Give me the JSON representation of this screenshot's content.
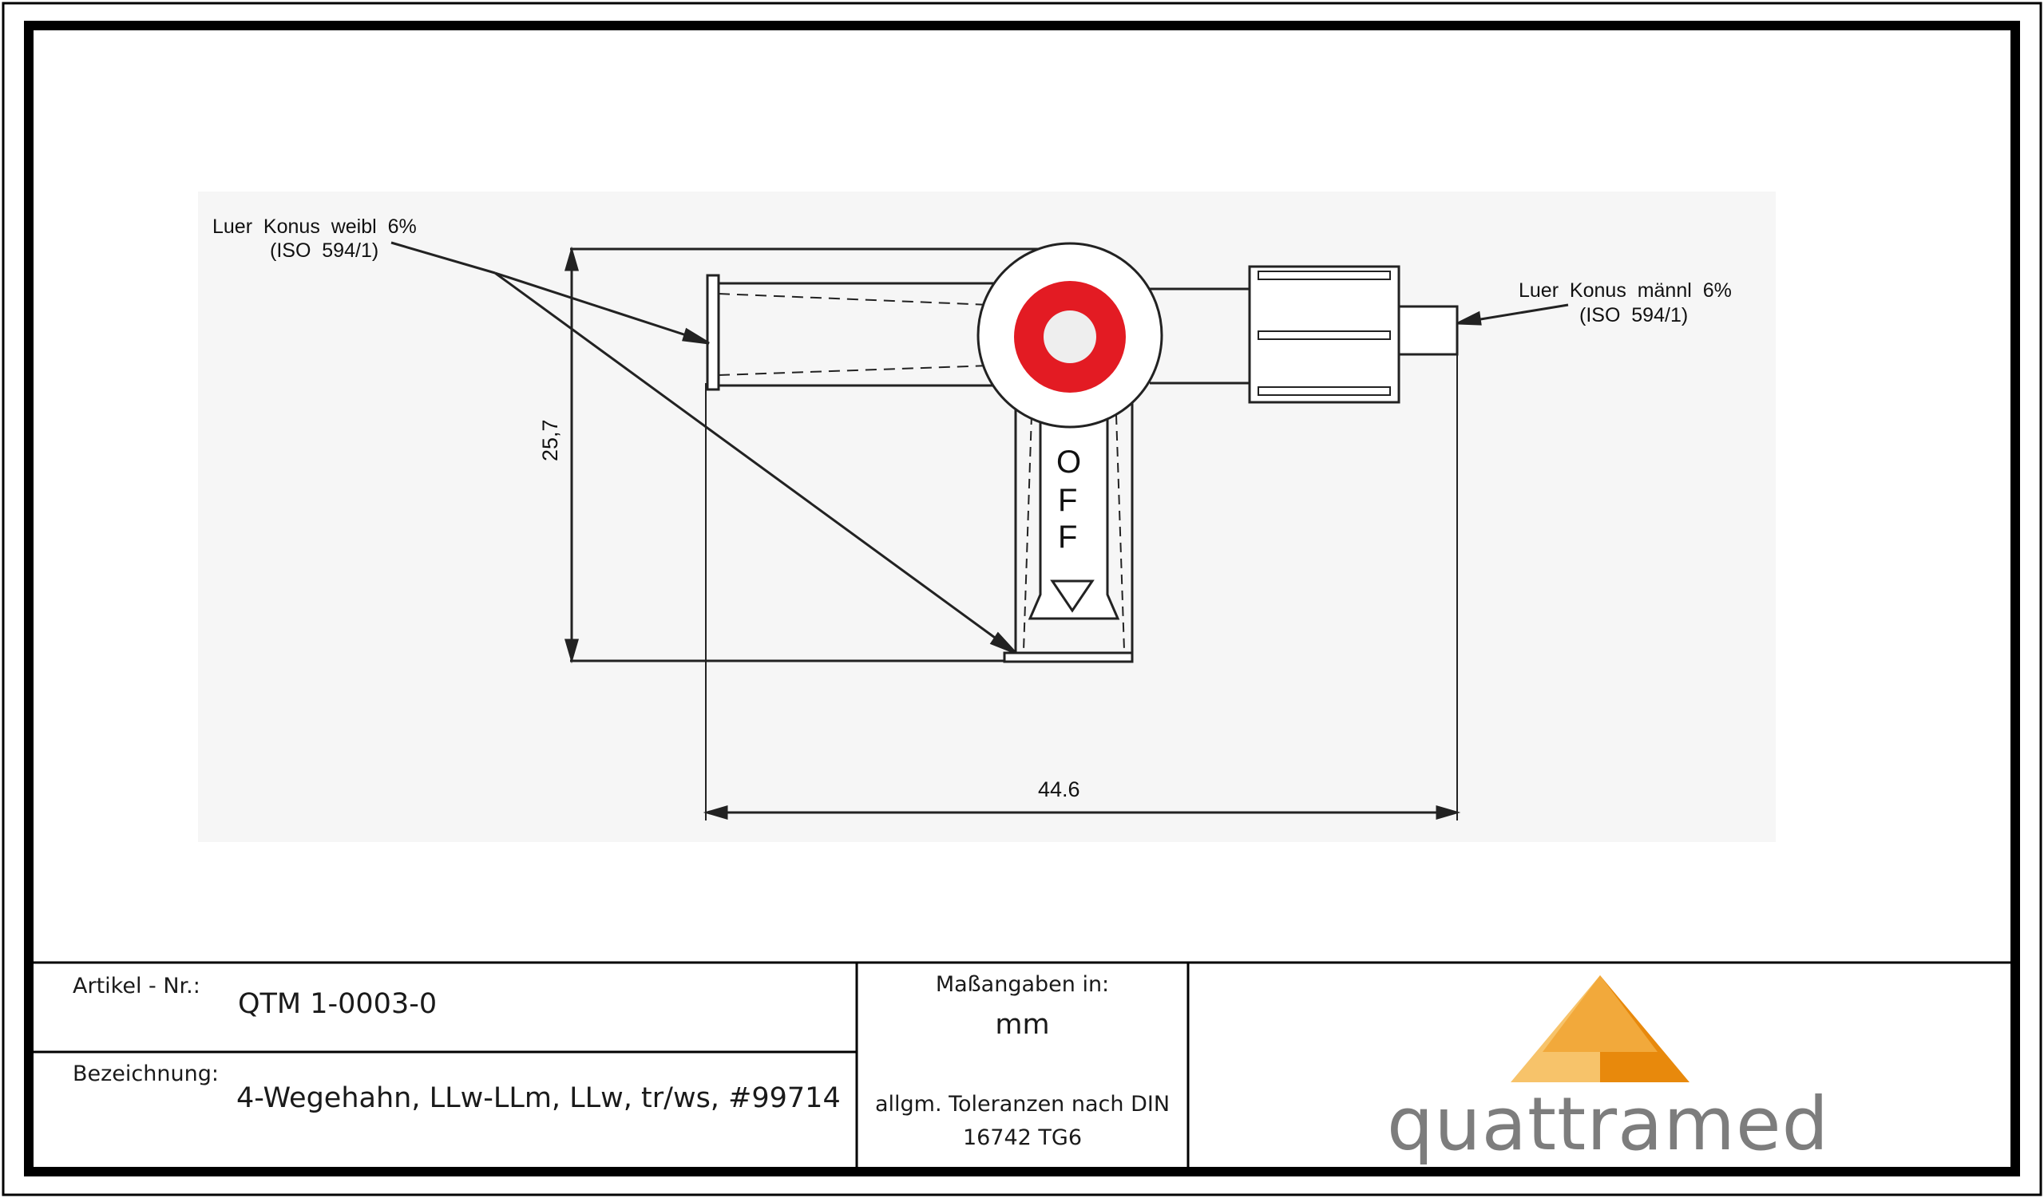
{
  "drawing": {
    "left_label": {
      "line1": "Luer  Konus  weibl  6%",
      "line2": "(ISO  594/1)"
    },
    "right_label": {
      "line1": "Luer  Konus  männl  6%",
      "line2": "(ISO  594/1)"
    },
    "dim_vertical": "25,7",
    "dim_horizontal": "44.6",
    "handle_letters": [
      "O",
      "F",
      "F"
    ],
    "valve_color": "#e31b23"
  },
  "title_block": {
    "article_label": "Artikel - Nr.:",
    "article_value": "QTM 1-0003-0",
    "designation_label": "Bezeichnung:",
    "designation_value": "4-Wegehahn, LLw-LLm, LLw, tr/ws, #99714",
    "units_label": "Maßangaben in:",
    "units_value": "mm",
    "tolerance_line1": "allgm. Toleranzen nach DIN",
    "tolerance_line2": "16742 TG6",
    "logo_text": "quattramed",
    "logo_colors": {
      "light": "#f7c36a",
      "mid": "#f2a93b",
      "dark": "#e8890c",
      "text": "#7d7d7d"
    }
  }
}
